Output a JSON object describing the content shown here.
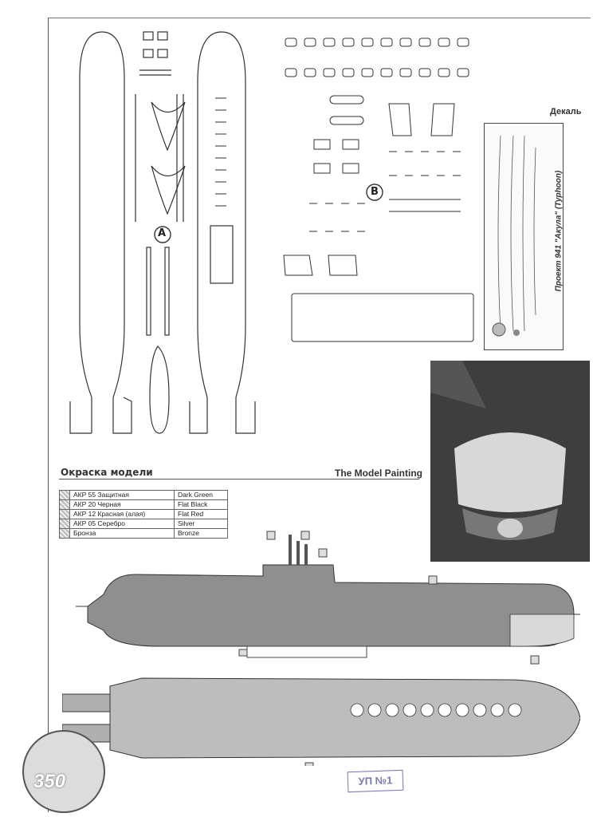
{
  "decal": {
    "title": "Декаль",
    "side_caption": "Проект 941 \"Акула\" (Typhoon)"
  },
  "sheet_labels": {
    "a": "A",
    "b": "B"
  },
  "painting": {
    "title_ru": "Окраска модели",
    "title_en": "The Model Painting",
    "colors": [
      {
        "code": "АКР 55   Защитная",
        "en": "Dark Green"
      },
      {
        "code": "АКР 20   Черная",
        "en": "Flat Black"
      },
      {
        "code": "АКР 12   Красная (алая)",
        "en": "Flat Red"
      },
      {
        "code": "АКР 05   Серебро",
        "en": "Silver"
      },
      {
        "code": "Бронза",
        "en": "Bronze"
      }
    ]
  },
  "page": {
    "number": "350",
    "stamp": "УП №1"
  }
}
